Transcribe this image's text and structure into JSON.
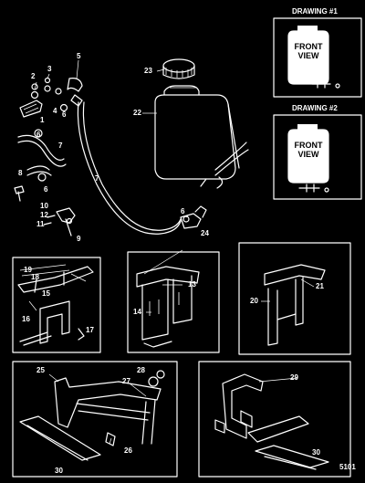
{
  "drawings": [
    {
      "title": "DRAWING #1",
      "view_label": "FRONT\nVIEW"
    },
    {
      "title": "DRAWING #2",
      "view_label": "FRONT\nVIEW"
    }
  ],
  "callouts": {
    "c1": "1",
    "c2": "2",
    "c3": "3",
    "c4": "4",
    "c5": "5",
    "c6a": "6",
    "c6b": "6",
    "c6c": "6",
    "c6d": "6",
    "c7a": "7",
    "c7b": "7",
    "c8": "8",
    "c9": "9",
    "c10": "10",
    "c11": "11",
    "c12": "12",
    "c13": "13",
    "c14": "14",
    "c15": "15",
    "c16": "16",
    "c17": "17",
    "c18": "18",
    "c19": "19",
    "c20": "20",
    "c21": "21",
    "c22": "22",
    "c23": "23",
    "c24": "24",
    "c25": "25",
    "c26": "26",
    "c27": "27",
    "c28": "28",
    "c29": "29",
    "c30a": "30",
    "c30b": "30"
  },
  "figure_number": "5101"
}
